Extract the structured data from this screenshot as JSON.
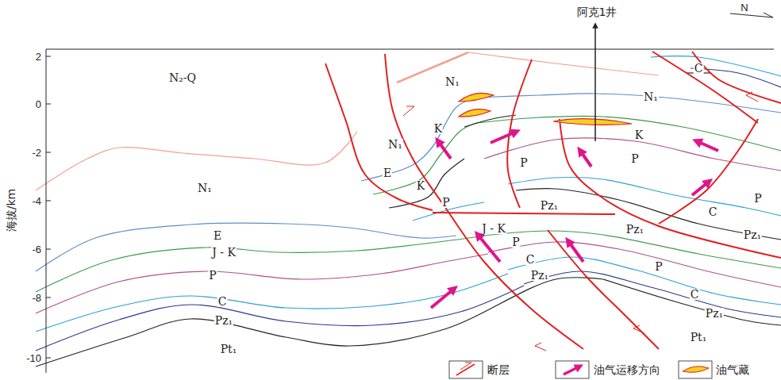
{
  "diagram": {
    "labels": [
      "阿克1井",
      "N",
      "2",
      "0",
      "-2",
      "-4",
      "-6",
      "-8",
      "-10",
      "海拔/km",
      "N₂-Q",
      "C",
      "N₁",
      "N₁",
      "K",
      "K",
      "N₁",
      "P",
      "P",
      "E",
      "K",
      "N₁",
      "P",
      "P",
      "Pz₁",
      "C",
      "J - K",
      "Pz₁",
      "E",
      "Pz₁",
      "P",
      "J - K",
      "C",
      "P",
      "P",
      "Pz₁",
      "C",
      "C",
      "Pz₁",
      "Pz₁",
      "Pt₁",
      "Pt₁"
    ],
    "legend": [
      {
        "text": "断层"
      },
      {
        "text": "油气运移方向"
      },
      {
        "text": "油气藏"
      }
    ]
  }
}
